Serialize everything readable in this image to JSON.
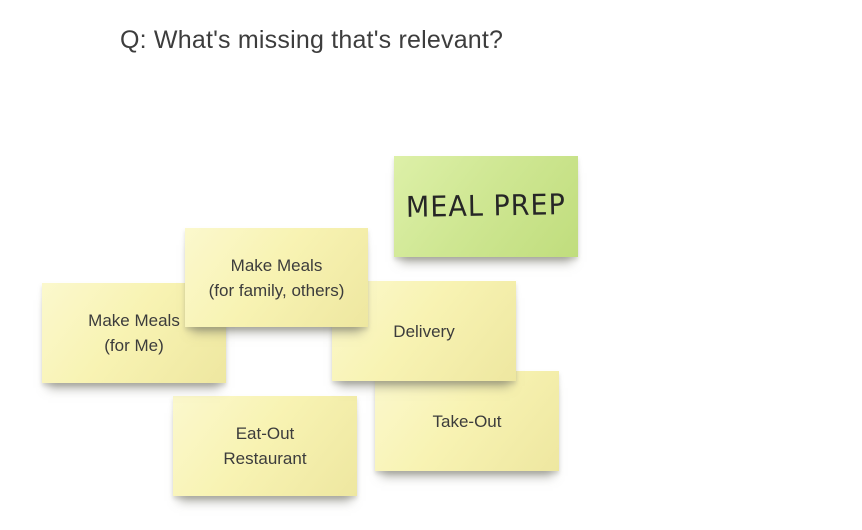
{
  "title": "Q: What's missing that's relevant?",
  "notes": [
    {
      "id": "meal-prep",
      "color": "green",
      "text": "MEAL PREP"
    },
    {
      "id": "make-meals-family",
      "color": "yellow",
      "lines": [
        "Make Meals",
        "(for family, others)"
      ]
    },
    {
      "id": "make-meals-me",
      "color": "yellow",
      "lines": [
        "Make Meals",
        "(for Me)"
      ]
    },
    {
      "id": "delivery",
      "color": "yellow",
      "text": "Delivery"
    },
    {
      "id": "take-out",
      "color": "yellow",
      "text": "Take-Out"
    },
    {
      "id": "eat-out-restaurant",
      "color": "yellow",
      "lines": [
        "Eat-Out",
        "Restaurant"
      ]
    }
  ],
  "colors": {
    "background": "#ffffff",
    "title_text": "#3d3d3d",
    "note_text": "#3c3c3c",
    "marker_text": "#262626",
    "note_yellow": "#f8f3b3",
    "note_yellow_light": "#fbf8cd",
    "note_yellow_dark": "#eee7a0",
    "note_green": "#cfe793",
    "note_green_light": "#ddf0a8",
    "note_green_dark": "#c0dd7d"
  }
}
